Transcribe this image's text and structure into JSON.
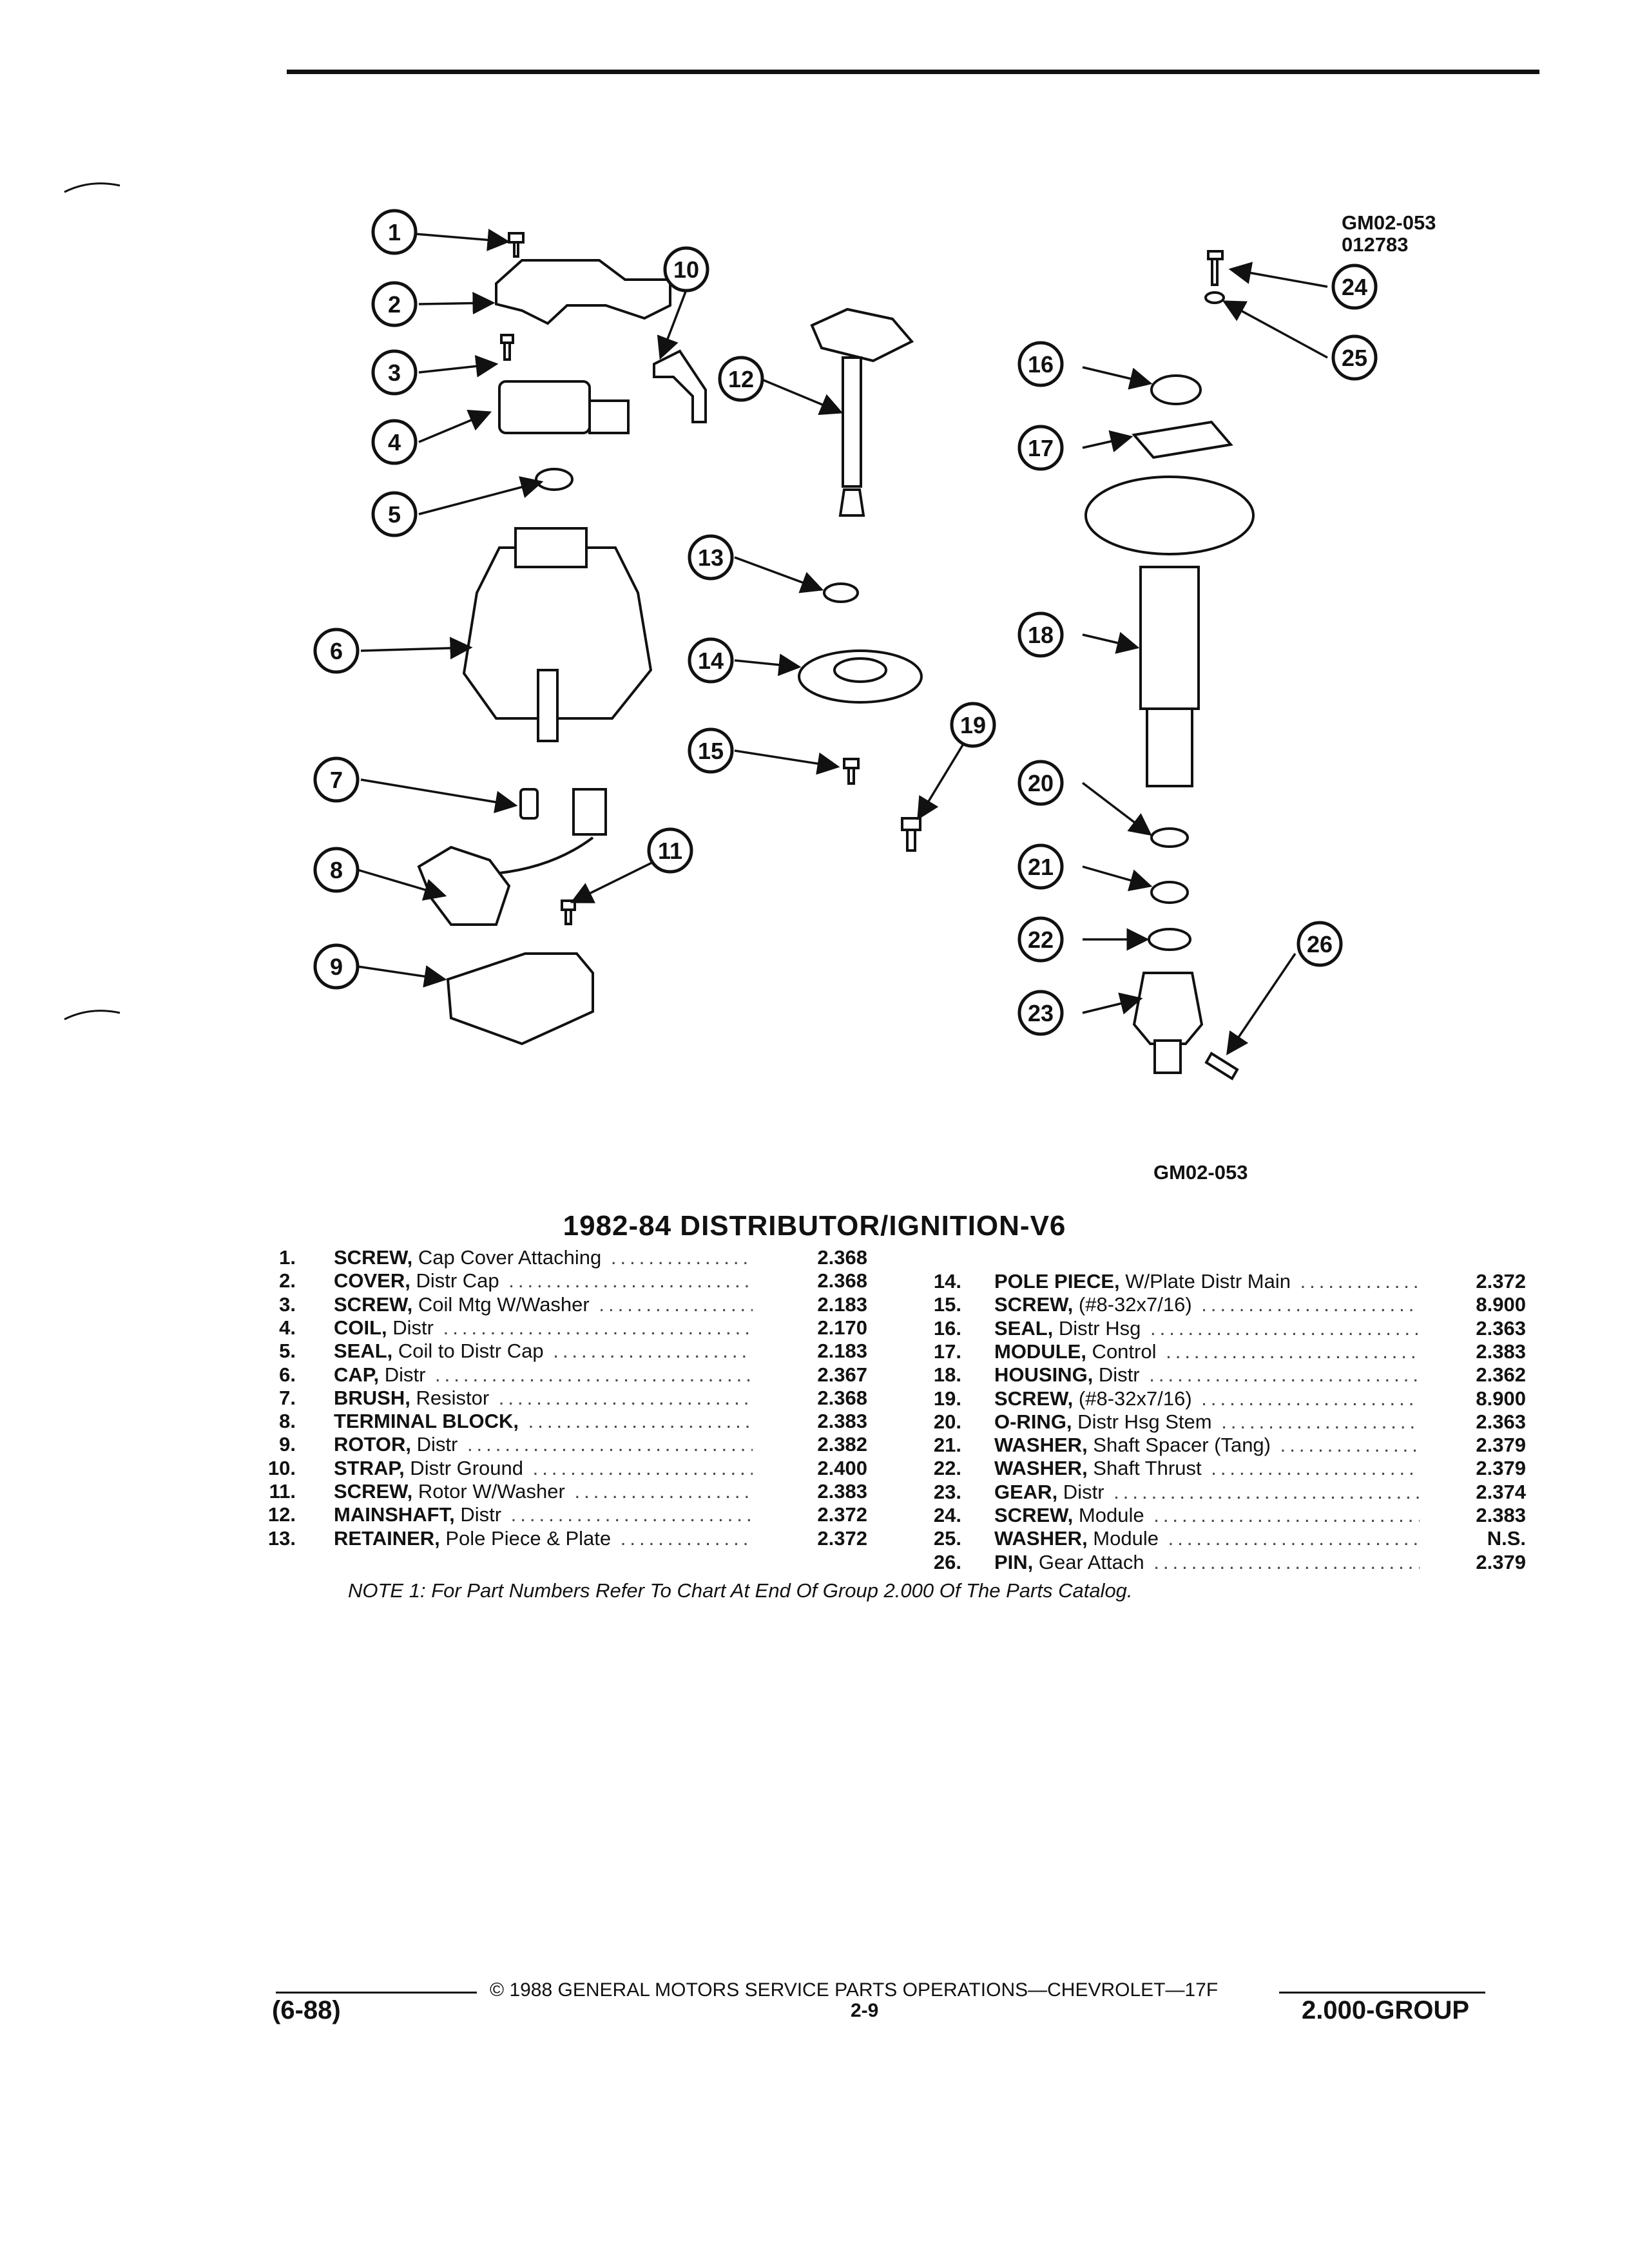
{
  "header": {
    "figure_code": "GM02-053",
    "figure_date": "012783"
  },
  "figure_caption_code": "GM02-053",
  "title": "1982-84 DISTRIBUTOR/IGNITION-V6",
  "callouts": [
    "1",
    "2",
    "3",
    "4",
    "5",
    "6",
    "7",
    "8",
    "9",
    "10",
    "11",
    "12",
    "13",
    "14",
    "15",
    "16",
    "17",
    "18",
    "19",
    "20",
    "21",
    "22",
    "23",
    "24",
    "25",
    "26"
  ],
  "parts_left": [
    {
      "num": "1.",
      "name": "SCREW,",
      "desc": " Cap Cover Attaching",
      "group": "2.368"
    },
    {
      "num": "2.",
      "name": "COVER,",
      "desc": " Distr Cap",
      "group": "2.368"
    },
    {
      "num": "3.",
      "name": "SCREW,",
      "desc": " Coil Mtg W/Washer",
      "group": "2.183"
    },
    {
      "num": "4.",
      "name": "COIL,",
      "desc": " Distr",
      "group": "2.170"
    },
    {
      "num": "5.",
      "name": "SEAL,",
      "desc": " Coil to Distr Cap",
      "group": "2.183"
    },
    {
      "num": "6.",
      "name": "CAP,",
      "desc": " Distr",
      "group": "2.367"
    },
    {
      "num": "7.",
      "name": "BRUSH,",
      "desc": " Resistor",
      "group": "2.368"
    },
    {
      "num": "8.",
      "name": "TERMINAL BLOCK,",
      "desc": "",
      "group": "2.383"
    },
    {
      "num": "9.",
      "name": "ROTOR,",
      "desc": " Distr",
      "group": "2.382"
    },
    {
      "num": "10.",
      "name": "STRAP,",
      "desc": " Distr Ground",
      "group": "2.400"
    },
    {
      "num": "11.",
      "name": "SCREW,",
      "desc": " Rotor W/Washer",
      "group": "2.383"
    },
    {
      "num": "12.",
      "name": "MAINSHAFT,",
      "desc": " Distr",
      "group": "2.372"
    },
    {
      "num": "13.",
      "name": "RETAINER,",
      "desc": " Pole Piece & Plate",
      "group": "2.372"
    }
  ],
  "parts_right": [
    {
      "num": "14.",
      "name": "POLE PIECE,",
      "desc": " W/Plate Distr Main",
      "group": "2.372"
    },
    {
      "num": "15.",
      "name": "SCREW,",
      "desc": " (#8-32x7/16)",
      "group": "8.900"
    },
    {
      "num": "16.",
      "name": "SEAL,",
      "desc": " Distr Hsg",
      "group": "2.363"
    },
    {
      "num": "17.",
      "name": "MODULE,",
      "desc": " Control",
      "group": "2.383"
    },
    {
      "num": "18.",
      "name": "HOUSING,",
      "desc": " Distr",
      "group": "2.362"
    },
    {
      "num": "19.",
      "name": "SCREW,",
      "desc": " (#8-32x7/16)",
      "group": "8.900"
    },
    {
      "num": "20.",
      "name": "O-RING,",
      "desc": " Distr Hsg Stem",
      "group": "2.363"
    },
    {
      "num": "21.",
      "name": "WASHER,",
      "desc": " Shaft Spacer (Tang)",
      "group": "2.379"
    },
    {
      "num": "22.",
      "name": "WASHER,",
      "desc": " Shaft Thrust",
      "group": "2.379"
    },
    {
      "num": "23.",
      "name": "GEAR,",
      "desc": " Distr",
      "group": "2.374"
    },
    {
      "num": "24.",
      "name": "SCREW,",
      "desc": " Module",
      "group": "2.383"
    },
    {
      "num": "25.",
      "name": "WASHER,",
      "desc": " Module",
      "group": "N.S."
    },
    {
      "num": "26.",
      "name": "PIN,",
      "desc": " Gear Attach",
      "group": "2.379"
    }
  ],
  "note": "NOTE 1: For Part Numbers Refer To Chart At End Of Group 2.000 Of The Parts Catalog.",
  "footer": {
    "copyright": "© 1988 GENERAL MOTORS SERVICE PARTS OPERATIONS—CHEVROLET—17F",
    "date": "(6-88)",
    "page": "2-9",
    "group": "2.000-GROUP"
  }
}
